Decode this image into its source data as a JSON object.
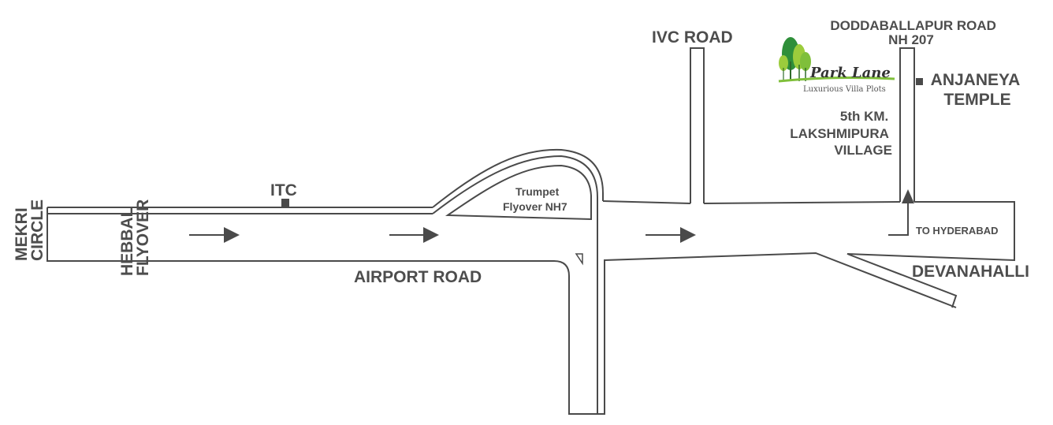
{
  "map": {
    "labels": {
      "mekri": [
        "MEKRI",
        "CIRCLE"
      ],
      "hebbal": [
        "HEBBAL",
        "FLYOVER"
      ],
      "itc": "ITC",
      "airport_road": "AIRPORT ROAD",
      "trumpet": [
        "Trumpet",
        "Flyover NH7"
      ],
      "ivc_road": "IVC ROAD",
      "doddaballapur": [
        "DODDABALLAPUR  ROAD",
        "NH 207"
      ],
      "anjaneya": [
        "ANJANEYA",
        "TEMPLE"
      ],
      "village": [
        "5th KM.",
        "LAKSHMIPURA",
        "VILLAGE"
      ],
      "to_hyderabad": "TO HYDERABAD",
      "devanahalli": "DEVANAHALLI"
    },
    "logo": {
      "name": "Park Lane",
      "tagline": "Luxurious Villa Plots"
    },
    "colors": {
      "road": "#4a4a4a",
      "text": "#4d4d4d",
      "logo_dark_green": "#2f8f3a",
      "logo_light_green": "#9ccc3c"
    }
  }
}
